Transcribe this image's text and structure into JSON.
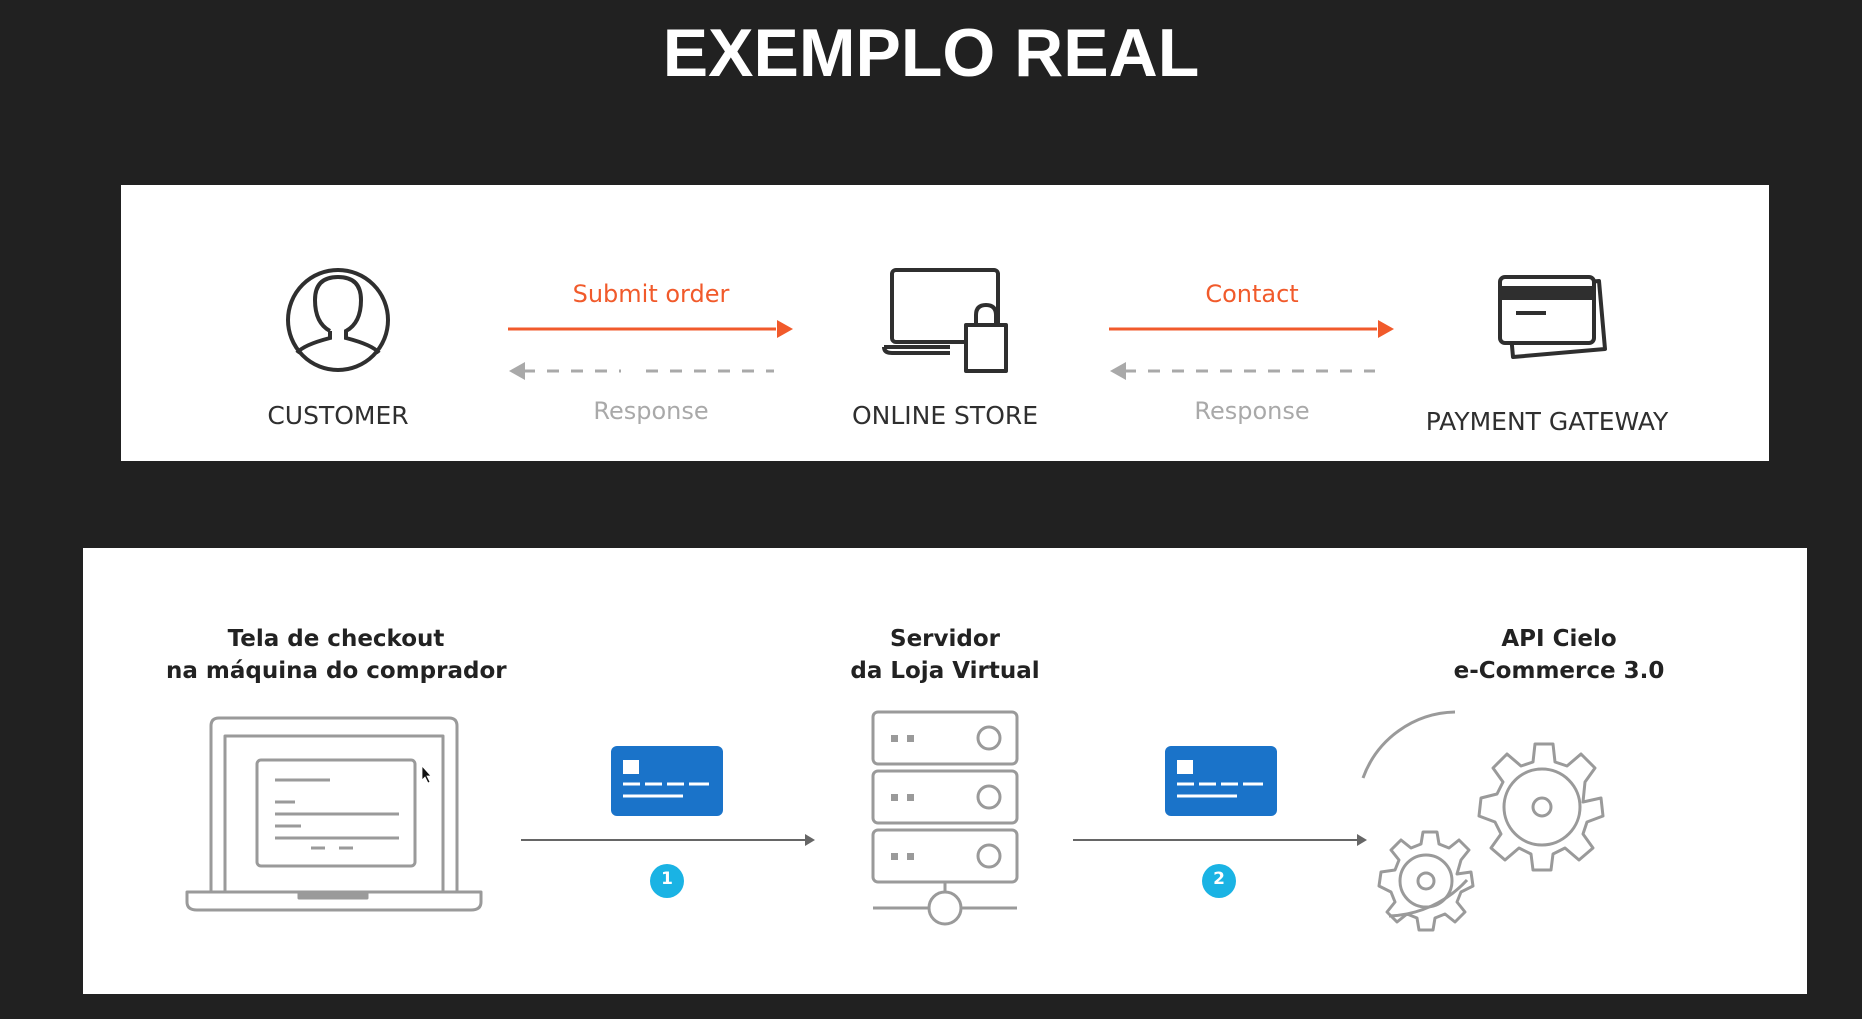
{
  "title": "EXEMPLO REAL",
  "top_diagram": {
    "nodes": [
      {
        "label": "CUSTOMER",
        "icon": "user-icon"
      },
      {
        "label": "ONLINE STORE",
        "icon": "laptop-shopping-bag-icon"
      },
      {
        "label": "PAYMENT GATEWAY",
        "icon": "credit-cards-icon"
      }
    ],
    "arrows": [
      {
        "request": "Submit order",
        "response": "Response"
      },
      {
        "request": "Contact",
        "response": "Response"
      }
    ]
  },
  "bottom_diagram": {
    "stages": [
      {
        "line1": "Tela de checkout",
        "line2": "na máquina do comprador",
        "icon": "laptop-checkout-icon"
      },
      {
        "line1": "Servidor",
        "line2": "da Loja Virtual",
        "icon": "server-icon"
      },
      {
        "line1": "API Cielo",
        "line2": "e-Commerce 3.0",
        "icon": "gears-icon"
      }
    ],
    "steps": [
      {
        "number": "1",
        "icon": "credit-card-icon"
      },
      {
        "number": "2",
        "icon": "credit-card-icon"
      }
    ]
  },
  "colors": {
    "background": "#212121",
    "orange": "#f15a2b",
    "gray_dashed": "#a9a9a9",
    "card_blue": "#1a73c9",
    "step_cyan": "#1ab3e4"
  }
}
